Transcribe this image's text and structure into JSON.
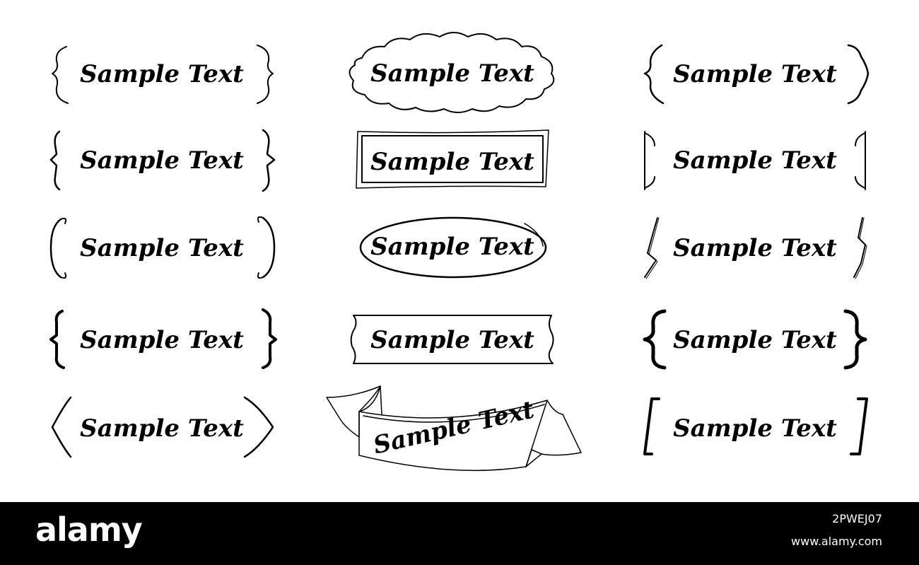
{
  "frames": [
    {
      "label": "Sample Text"
    },
    {
      "label": "Sample Text"
    },
    {
      "label": "Sample Text"
    },
    {
      "label": "Sample Text"
    },
    {
      "label": "Sample Text"
    },
    {
      "label": "Sample Text"
    },
    {
      "label": "Sample Text"
    },
    {
      "label": "Sample Text"
    },
    {
      "label": "Sample Text"
    },
    {
      "label": "Sample Text"
    },
    {
      "label": "Sample Text"
    },
    {
      "label": "Sample Text"
    },
    {
      "label": "Sample Text"
    },
    {
      "label": "Sample Text"
    },
    {
      "label": "Sample Text"
    }
  ],
  "footer": {
    "brand": "alamy",
    "image_id": "2PWEJ07",
    "site": "www.alamy.com"
  },
  "colors": {
    "ink": "#000000",
    "background": "#ffffff",
    "footer": "#000000"
  }
}
